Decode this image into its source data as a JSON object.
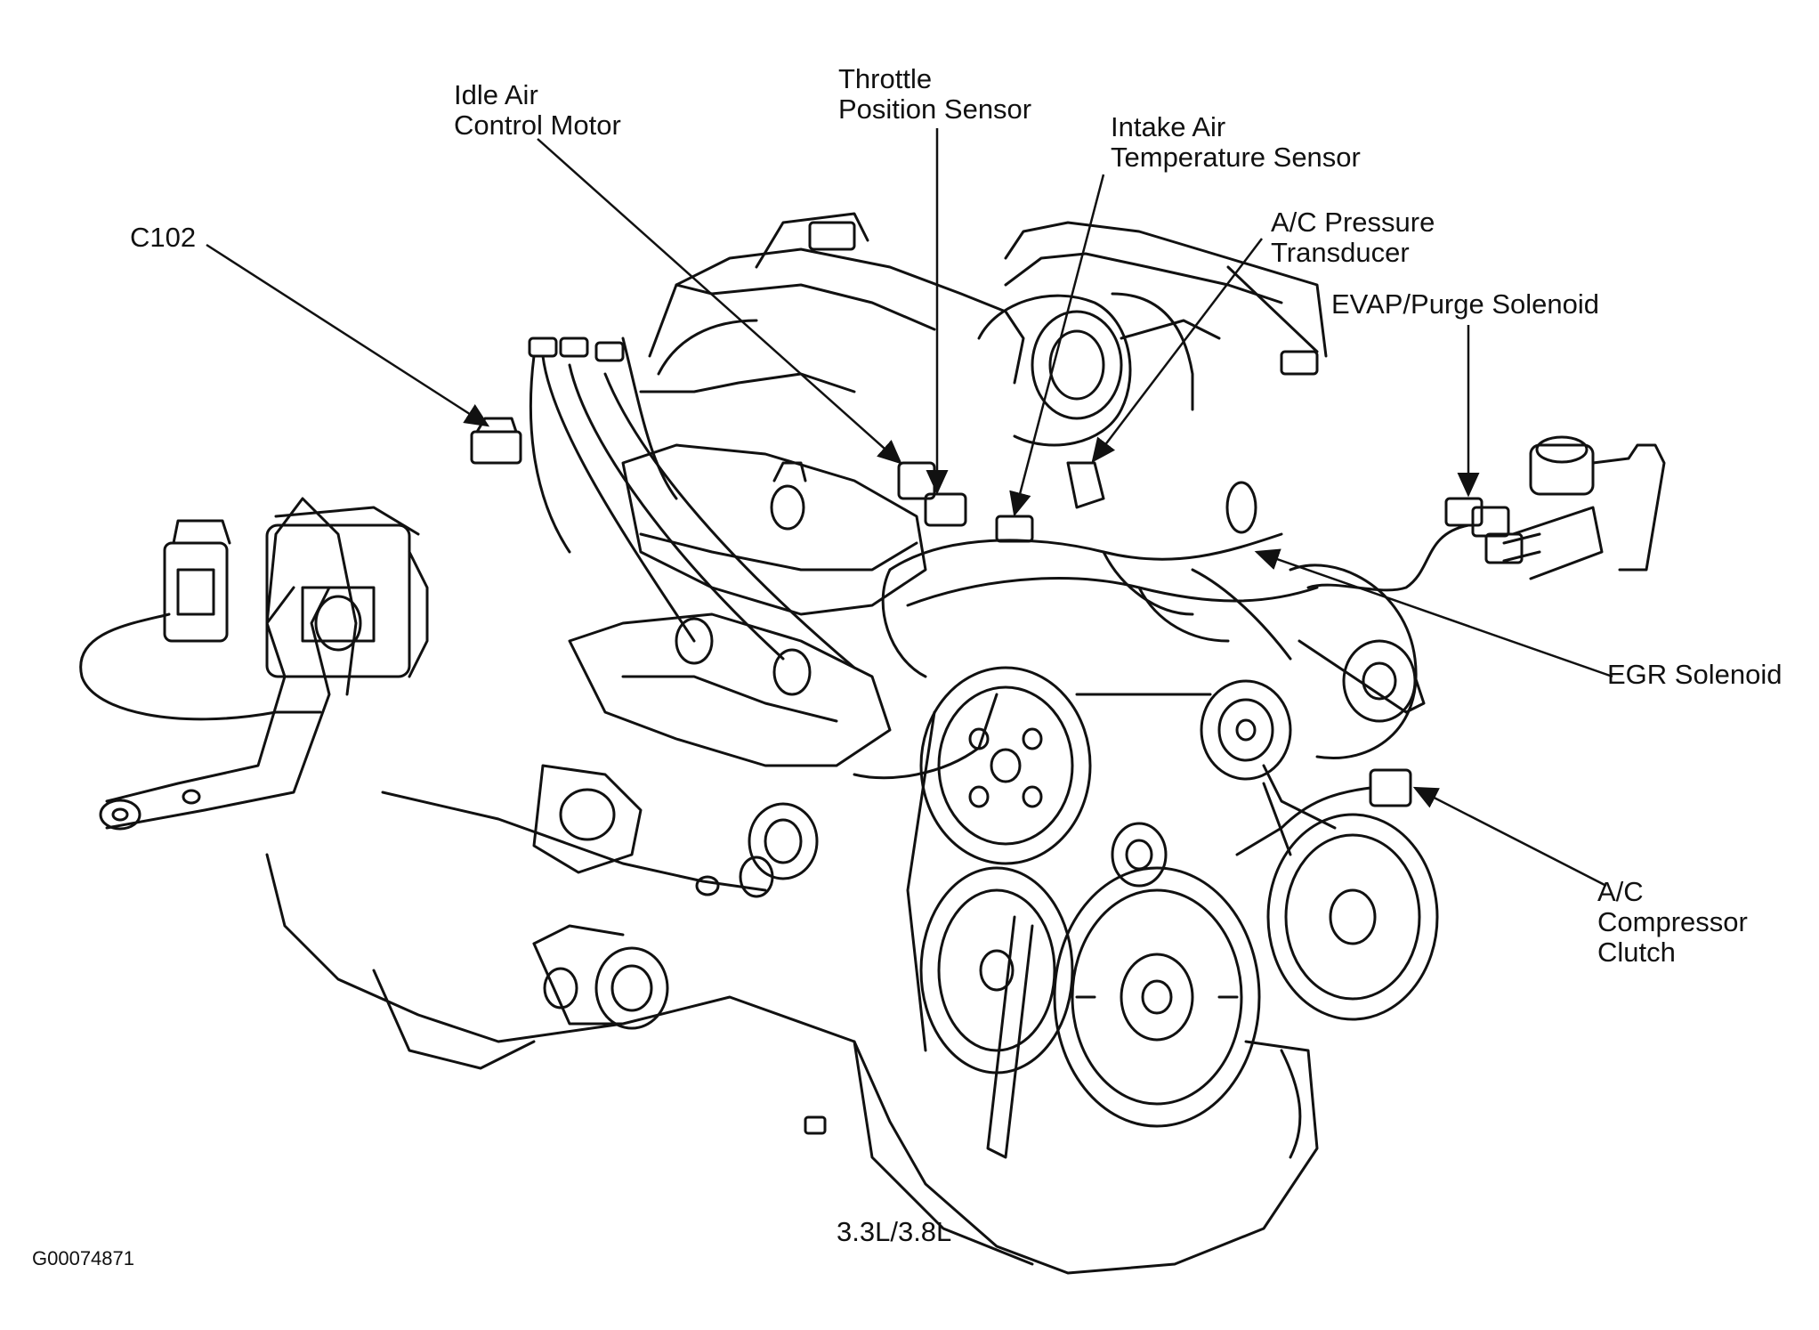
{
  "labels": {
    "c102": "C102",
    "idle_air": [
      "Idle Air",
      "Control Motor"
    ],
    "throttle": [
      "Throttle",
      "Position Sensor"
    ],
    "intake_air": [
      "Intake Air",
      "Temperature Sensor"
    ],
    "ac_pressure": [
      "A/C Pressure",
      "Transducer"
    ],
    "evap": "EVAP/Purge Solenoid",
    "egr": "EGR Solenoid",
    "ac_clutch": [
      "A/C",
      "Compressor",
      "Clutch"
    ]
  },
  "caption": "3.3L/3.8L",
  "figure_id": "G00074871"
}
